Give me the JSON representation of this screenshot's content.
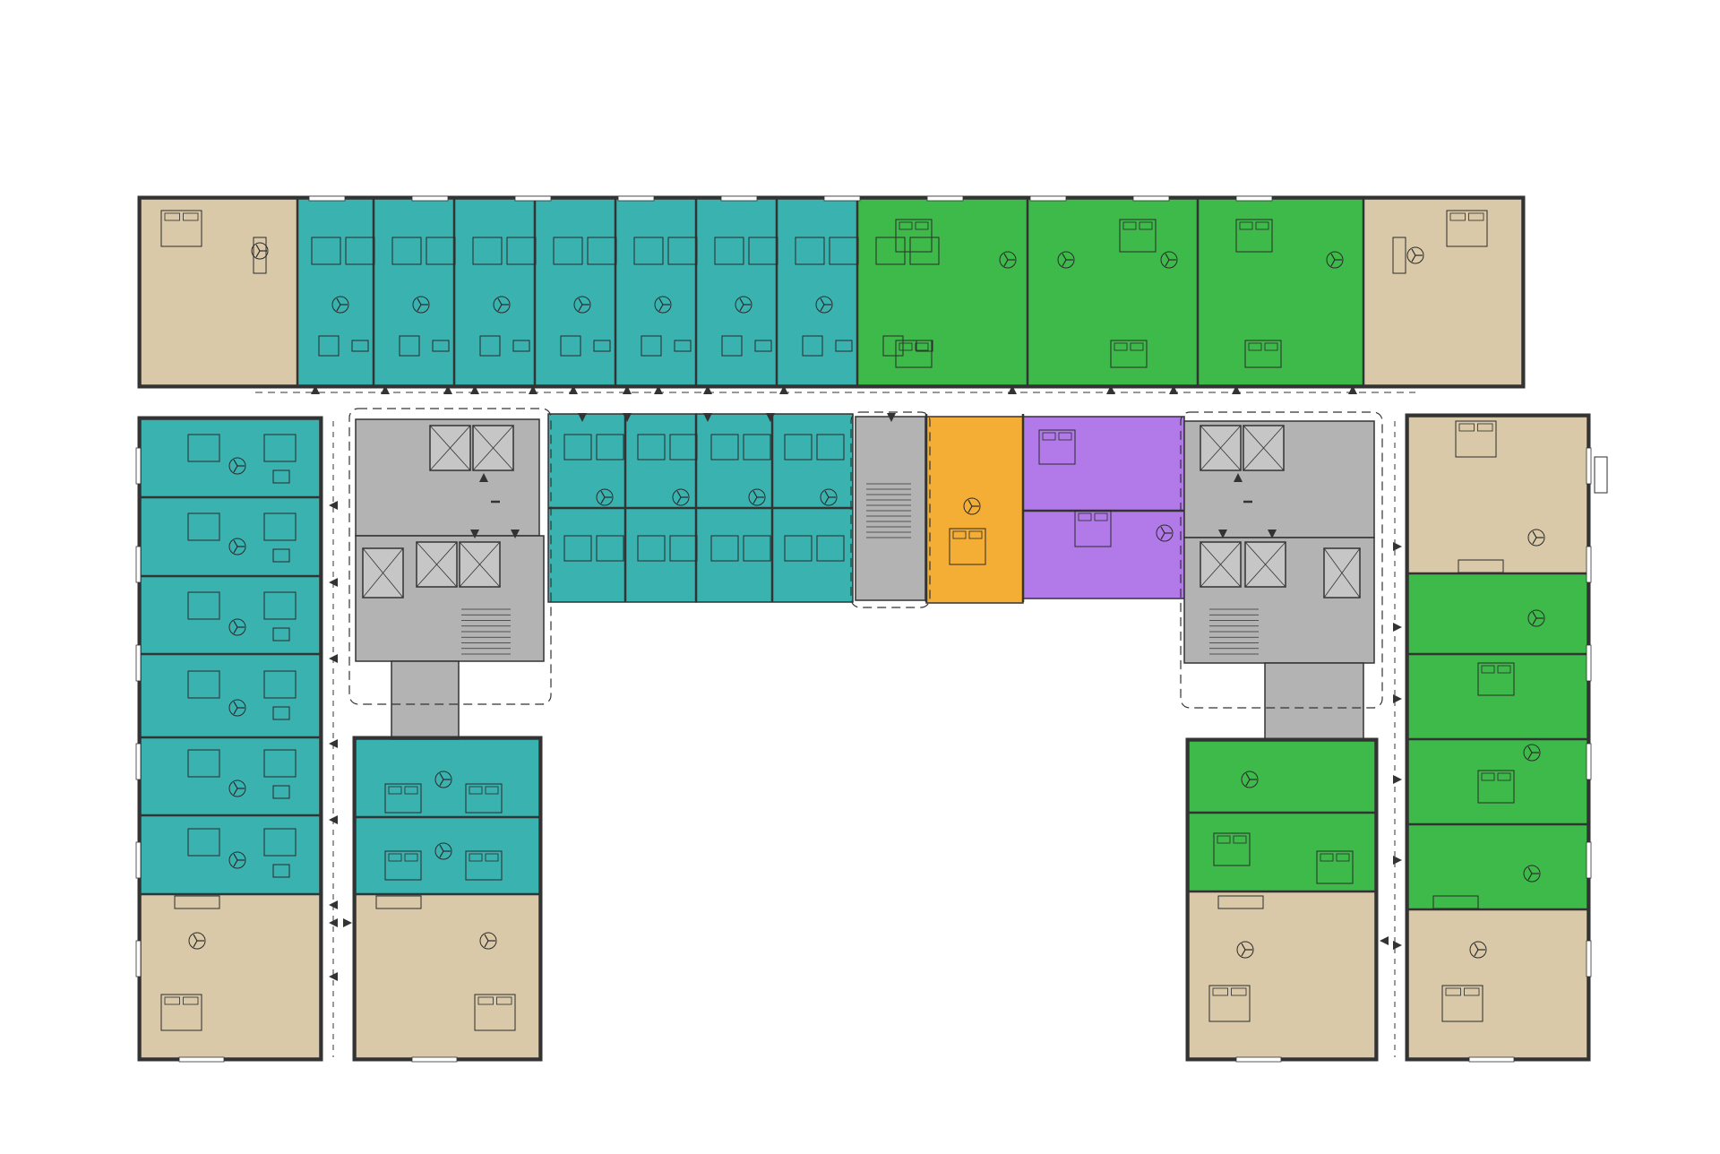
{
  "colors": {
    "background": "#ffffff",
    "wall": "#333333",
    "corridor": "#ffffff",
    "core": "#b3b3b3",
    "core_light": "#c6c6c6",
    "studio_teal": "#39b2b0",
    "two_bed_green": "#3dba4a",
    "corner_beige": "#d9c9a8",
    "one_bed_orange": "#f5ae35",
    "one_bed_purple": "#b17ae8",
    "fixture_line": "#2b2b2b"
  },
  "unit_types": [
    "corner-unit",
    "studio-unit",
    "two-bedroom-unit",
    "one-bedroom-unit",
    "service-core"
  ]
}
